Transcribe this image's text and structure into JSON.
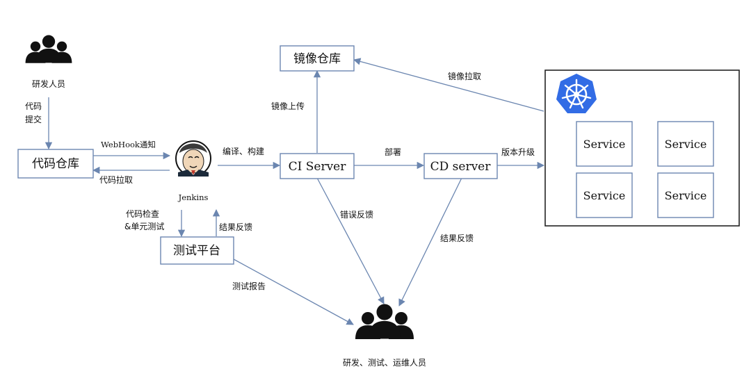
{
  "nodes": {
    "dev": "研发人员",
    "code_repo": "代码仓库",
    "jenkins": "Jenkins",
    "image_repo": "镜像仓库",
    "ci_server": "CI Server",
    "cd_server": "CD server",
    "test_platform": "测试平台",
    "team": "研发、测试、运维人员",
    "services": [
      "Service",
      "Service",
      "Service",
      "Service"
    ]
  },
  "edges": {
    "commit": [
      "代码",
      "提交"
    ],
    "webhook": "WebHook通知",
    "pull_code": "代码拉取",
    "compile": "编译、构建",
    "image_upload": "镜像上传",
    "image_pull": "镜像拉取",
    "deploy": "部署",
    "upgrade": "版本升级",
    "code_check": [
      "代码检查",
      "&单元测试"
    ],
    "test_feedback": "结果反馈",
    "error_feedback": "错误反馈",
    "cd_feedback": "结果反馈",
    "test_report": "测试报告"
  },
  "colors": {
    "edge": "#6b86b0",
    "box_border": "#6b86b0",
    "k8s_blue": "#326ce5",
    "people": "#111111"
  },
  "icons": {
    "people": "people-group-icon",
    "jenkins": "jenkins-butler-icon",
    "kubernetes": "kubernetes-helm-icon"
  }
}
